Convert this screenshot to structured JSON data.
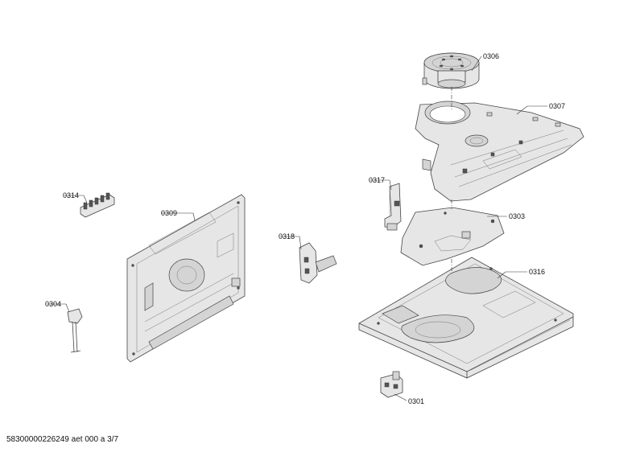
{
  "parts": [
    {
      "id": "p0306",
      "label": "0306"
    },
    {
      "id": "p0307",
      "label": "0307"
    },
    {
      "id": "p0317",
      "label": "0317"
    },
    {
      "id": "p0303",
      "label": "0303"
    },
    {
      "id": "p0314",
      "label": "0314"
    },
    {
      "id": "p0309",
      "label": "0309"
    },
    {
      "id": "p0318",
      "label": "0318"
    },
    {
      "id": "p0316",
      "label": "0316"
    },
    {
      "id": "p0304",
      "label": "0304"
    },
    {
      "id": "p0301",
      "label": "0301"
    }
  ],
  "footer": "58300000226249 aet 000 a 3/7"
}
